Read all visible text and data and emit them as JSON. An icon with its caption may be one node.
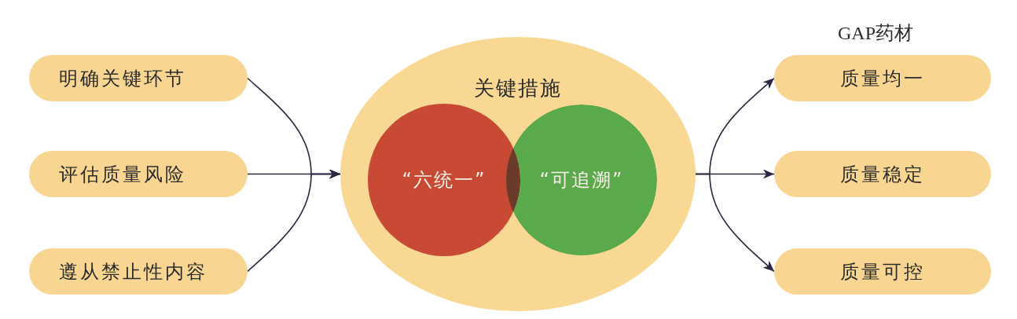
{
  "diagram": {
    "nodes": [
      {
        "text": [
          "明确关键环节"
        ]
      },
      {
        "text": [
          "评估质量风险"
        ]
      },
      {
        "text": [
          "遵从禁止性内容"
        ]
      },
      {
        "text": [
          "关键措施"
        ]
      },
      {
        "text": [
          "“六统一”"
        ],
        "in": 3
      },
      {
        "text": [
          "“可追溯”"
        ],
        "in": 3
      },
      {
        "text": [
          "质量均一"
        ]
      },
      {
        "text": [
          "质量稳定"
        ]
      },
      {
        "text": [
          "质量可控"
        ]
      }
    ],
    "edges": [
      {
        "from": 0,
        "to": 3,
        "arrow": "to"
      },
      {
        "from": 1,
        "to": 3,
        "arrow": "to"
      },
      {
        "from": 2,
        "to": 3,
        "arrow": "to"
      },
      {
        "from": 3,
        "to": 6,
        "arrow": "to"
      },
      {
        "from": 3,
        "to": 7,
        "arrow": "to"
      },
      {
        "from": 3,
        "to": 8,
        "arrow": "to"
      }
    ],
    "labels": [
      "GAP药材"
    ]
  }
}
